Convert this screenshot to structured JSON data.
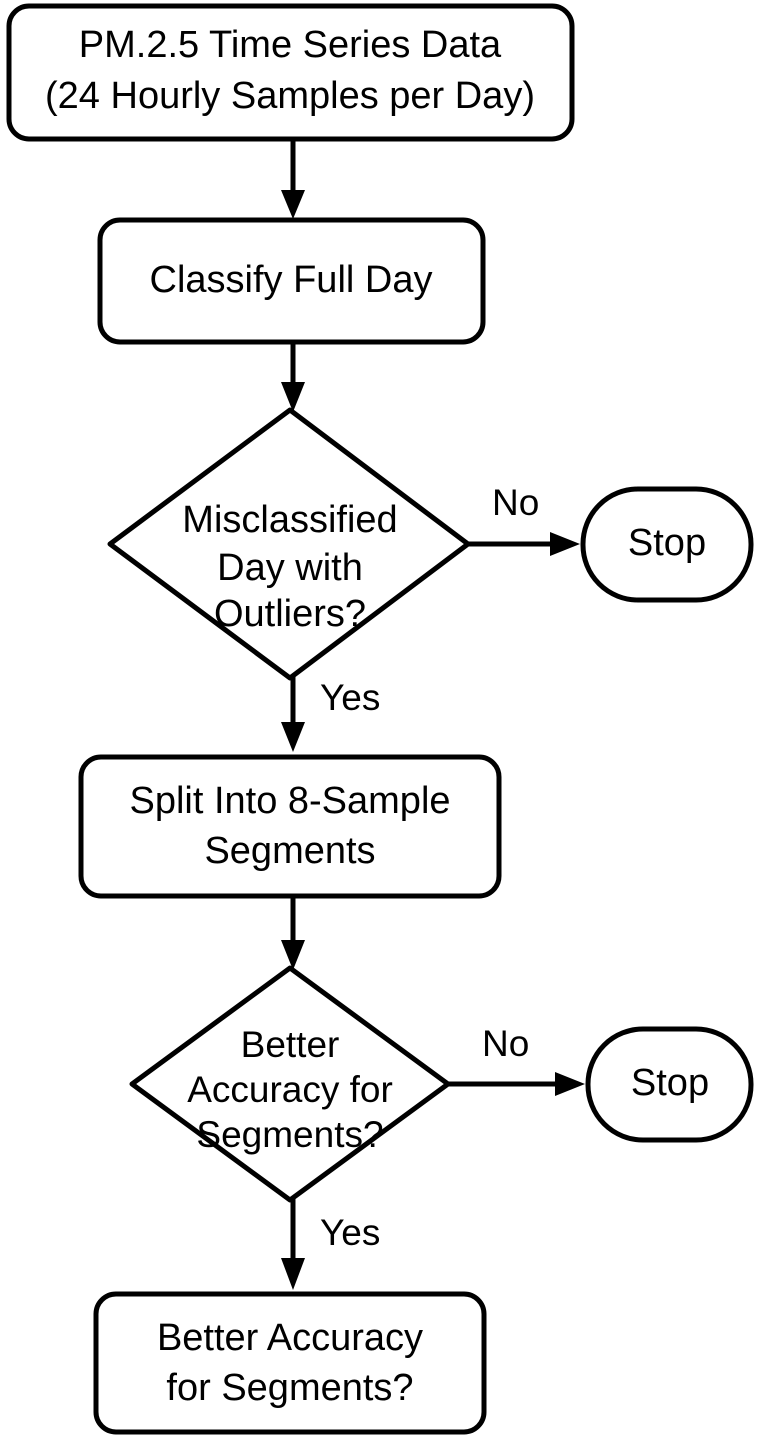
{
  "diagram": {
    "type": "flowchart",
    "orientation": "top-to-bottom",
    "background_color": "#ffffff",
    "line_color": "#000000",
    "text_color": "#000000",
    "nodes": [
      {
        "id": "start",
        "shape": "rounded-rectangle",
        "lines": [
          "PM.2.5 Time Series Data",
          "(24 Hourly Samples per Day)"
        ]
      },
      {
        "id": "classify-full-day",
        "shape": "rounded-rectangle",
        "lines": [
          "Classify Full Day"
        ]
      },
      {
        "id": "misclassified-decision",
        "shape": "diamond",
        "lines": [
          "Misclassified",
          "Day with",
          "Outliers?"
        ]
      },
      {
        "id": "stop-1",
        "shape": "stadium",
        "lines": [
          "Stop"
        ]
      },
      {
        "id": "split-segments",
        "shape": "rounded-rectangle",
        "lines": [
          "Split Into 8-Sample",
          "Segments"
        ]
      },
      {
        "id": "better-accuracy-decision",
        "shape": "diamond",
        "lines": [
          "Better",
          "Accuracy for",
          "Segments?"
        ]
      },
      {
        "id": "stop-2",
        "shape": "stadium",
        "lines": [
          "Stop"
        ]
      },
      {
        "id": "better-accuracy-result",
        "shape": "rounded-rectangle",
        "lines": [
          "Better Accuracy",
          "for Segments?"
        ]
      }
    ],
    "edges": [
      {
        "id": "e1",
        "from": "start",
        "to": "classify-full-day",
        "label": ""
      },
      {
        "id": "e2",
        "from": "classify-full-day",
        "to": "misclassified-decision",
        "label": ""
      },
      {
        "id": "e3",
        "from": "misclassified-decision",
        "to": "stop-1",
        "label": "No"
      },
      {
        "id": "e4",
        "from": "misclassified-decision",
        "to": "split-segments",
        "label": "Yes"
      },
      {
        "id": "e5",
        "from": "split-segments",
        "to": "better-accuracy-decision",
        "label": ""
      },
      {
        "id": "e6",
        "from": "better-accuracy-decision",
        "to": "stop-2",
        "label": "No"
      },
      {
        "id": "e7",
        "from": "better-accuracy-decision",
        "to": "better-accuracy-result",
        "label": "Yes"
      }
    ]
  }
}
